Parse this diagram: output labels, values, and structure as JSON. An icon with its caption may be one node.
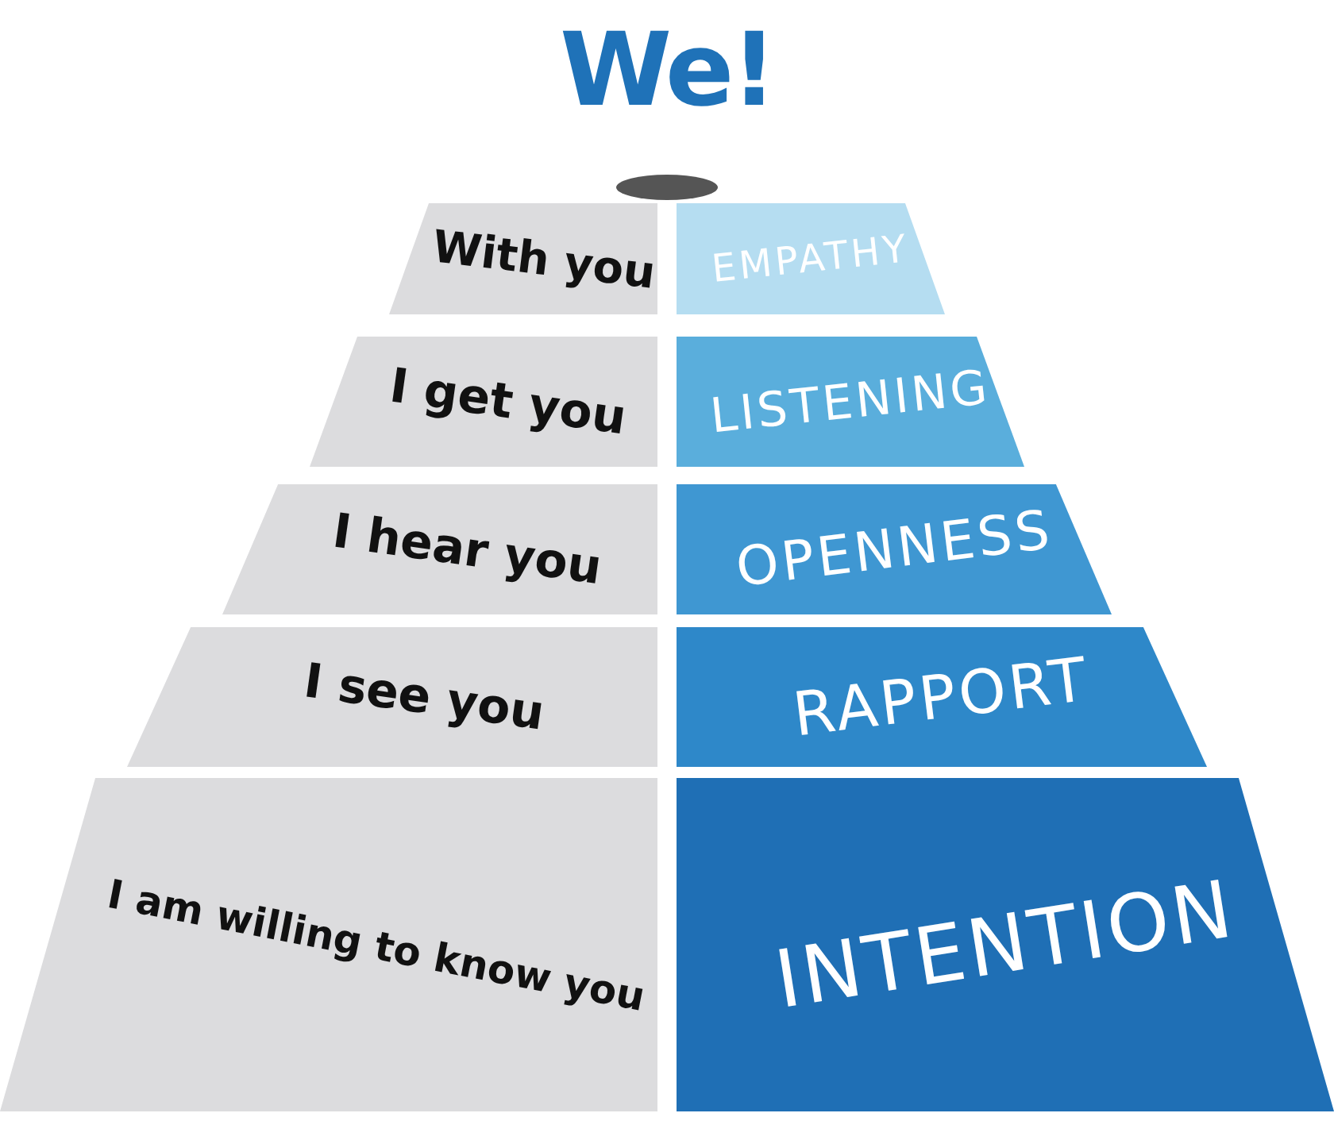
{
  "diagram": {
    "title": "We!",
    "nodes": [
      {
        "text": [
          "With you"
        ]
      },
      {
        "text": [
          "EMPATHY"
        ]
      },
      {
        "text": [
          "I get you"
        ]
      },
      {
        "text": [
          "LISTENING"
        ]
      },
      {
        "text": [
          "I hear you"
        ]
      },
      {
        "text": [
          "OPENNESS"
        ]
      },
      {
        "text": [
          "I see you"
        ]
      },
      {
        "text": [
          "RAPPORT"
        ]
      },
      {
        "text": [
          "I am willing to know you"
        ]
      },
      {
        "text": [
          "INTENTION"
        ]
      }
    ]
  }
}
